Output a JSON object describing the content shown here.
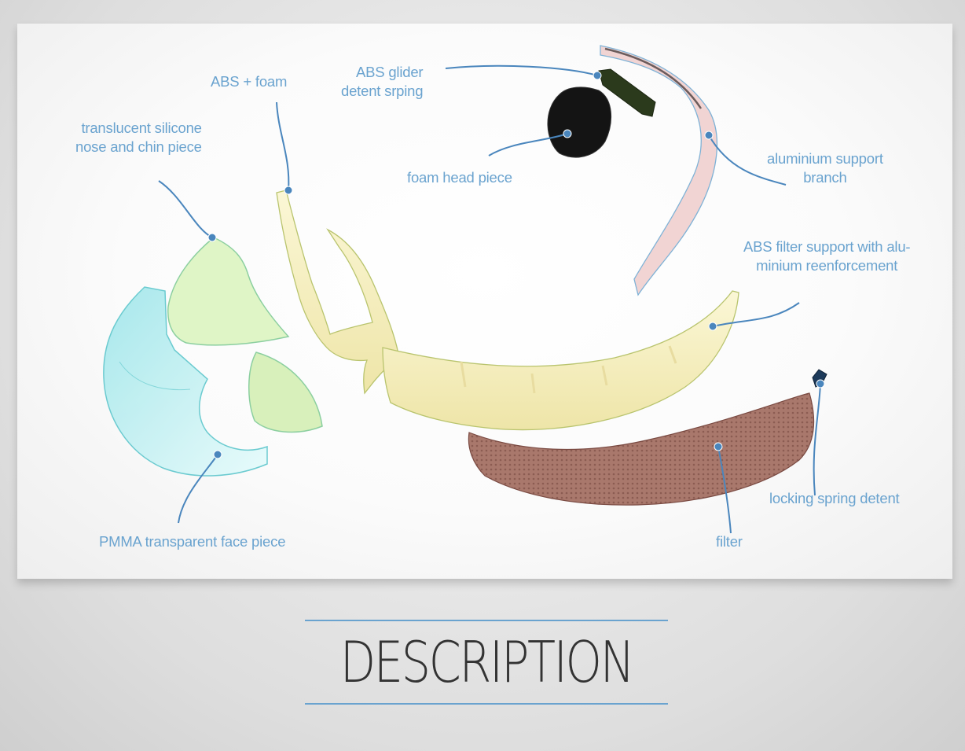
{
  "labels": {
    "abs_foam": "ABS + foam",
    "abs_glider_line1": "ABS glider",
    "abs_glider_line2": "detent srping",
    "silicone_line1": "translucent silicone",
    "silicone_line2": "nose and chin piece",
    "foam_head": "foam head piece",
    "aluminium_line1": "aluminium support",
    "aluminium_line2": "branch",
    "filter_support_line1": "ABS filter support with alu-",
    "filter_support_line2": "minium reenforcement",
    "pmma": "PMMA transparent face piece",
    "filter": "filter",
    "locking_spring": "locking spring detent"
  },
  "title": "DESCRIPTION",
  "colors": {
    "label": "#6aa3cf",
    "leader": "#4a86bd",
    "title_text": "#333333",
    "pmma": "#bfeef0",
    "silicone": "#def5c8",
    "abs": "#f6f1c6",
    "filter": "#a7786d",
    "aluminium": "#f0d0cf",
    "foam": "#1a1a1a"
  }
}
